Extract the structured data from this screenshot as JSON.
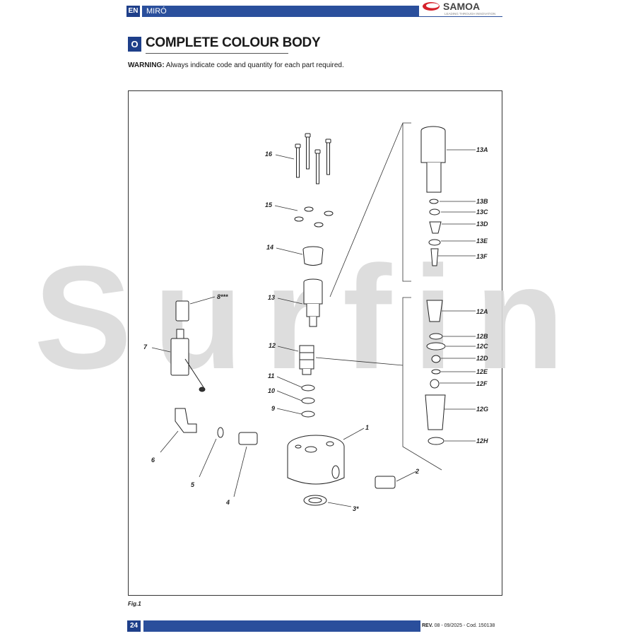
{
  "header": {
    "lang": "EN",
    "model": "MIRÓ",
    "brand": "SAMOA",
    "brand_tagline": "LEADING THROUGH INNOVATION"
  },
  "section": {
    "letter": "O",
    "title": "COMPLETE COLOUR BODY"
  },
  "warning": {
    "label": "WARNING:",
    "text": "Always indicate code and quantity for each part required."
  },
  "watermark": "Surfin",
  "figure": {
    "caption": "Fig.1",
    "labels": [
      "16",
      "15",
      "14",
      "13",
      "12",
      "11",
      "10",
      "9",
      "8***",
      "7",
      "6",
      "5",
      "4",
      "3*",
      "2",
      "1",
      "13A",
      "13B",
      "13C",
      "13D",
      "13E",
      "13F",
      "12A",
      "12B",
      "12C",
      "12D",
      "12E",
      "12F",
      "12G",
      "12H"
    ]
  },
  "footer": {
    "page": "24",
    "rev_label": "REV.",
    "rev_text": "08 - 09/2025 - Cod. 150138"
  },
  "colors": {
    "brand_blue": "#2a4f9c",
    "logo_red": "#d6202a"
  }
}
